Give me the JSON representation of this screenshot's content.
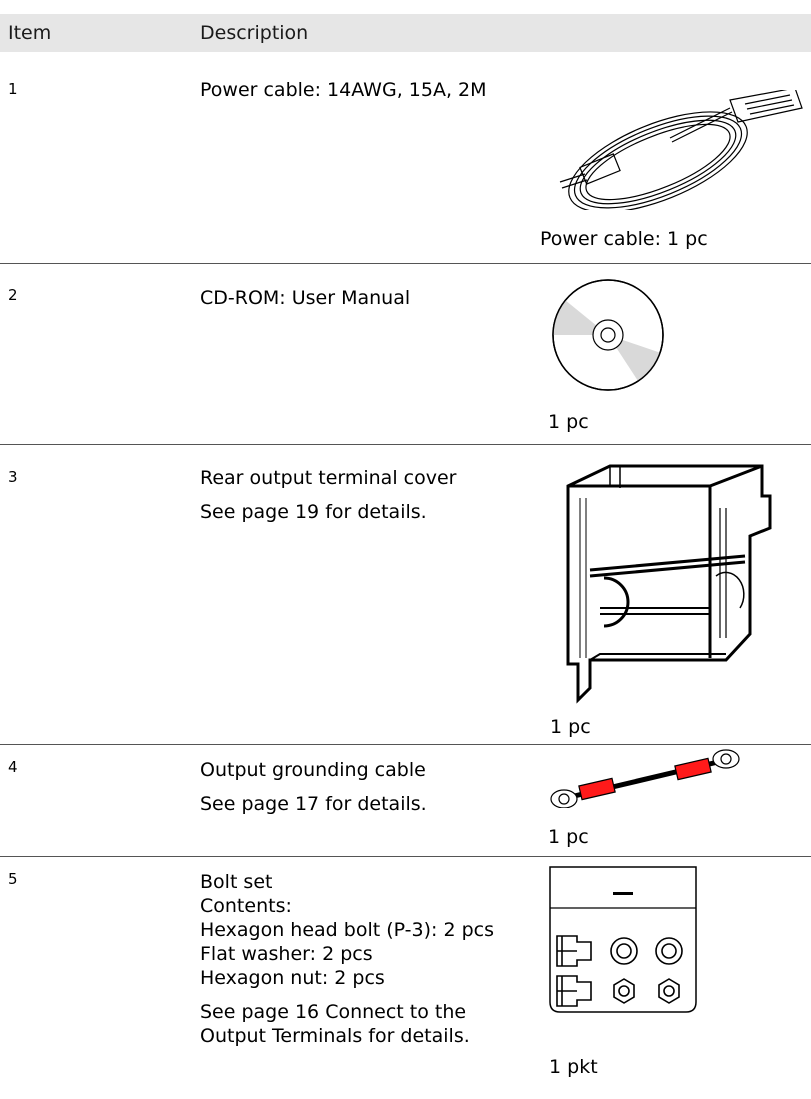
{
  "header": {
    "item": "Item",
    "description": "Description"
  },
  "rows": [
    {
      "num": "1",
      "lines": [
        "Power cable: 14AWG, 15A, 2M"
      ],
      "qty": "Power cable: 1 pc",
      "icon": "power-cable"
    },
    {
      "num": "2",
      "lines": [
        "CD-ROM: User Manual"
      ],
      "qty": "1 pc",
      "icon": "cd-rom"
    },
    {
      "num": "3",
      "lines": [
        "Rear output terminal cover",
        "See page 19 for details."
      ],
      "qty": "1 pc",
      "icon": "terminal-cover"
    },
    {
      "num": "4",
      "lines": [
        "Output grounding cable",
        "See page 17 for details."
      ],
      "qty": "1 pc",
      "icon": "grounding-cable"
    },
    {
      "num": "5",
      "lines": [
        "Bolt set",
        "Contents:",
        "Hexagon head bolt (P-3): 2 pcs",
        "Flat washer: 2 pcs",
        "Hexagon nut: 2 pcs",
        "See page 16 Connect to the",
        "Output Terminals for details."
      ],
      "qty": "1 pkt",
      "icon": "bolt-set-packet"
    }
  ],
  "colors": {
    "header_bg": "#e6e6e6",
    "cd_sector": "#d9d9d9",
    "insulator_red": "#ff1a1a"
  }
}
